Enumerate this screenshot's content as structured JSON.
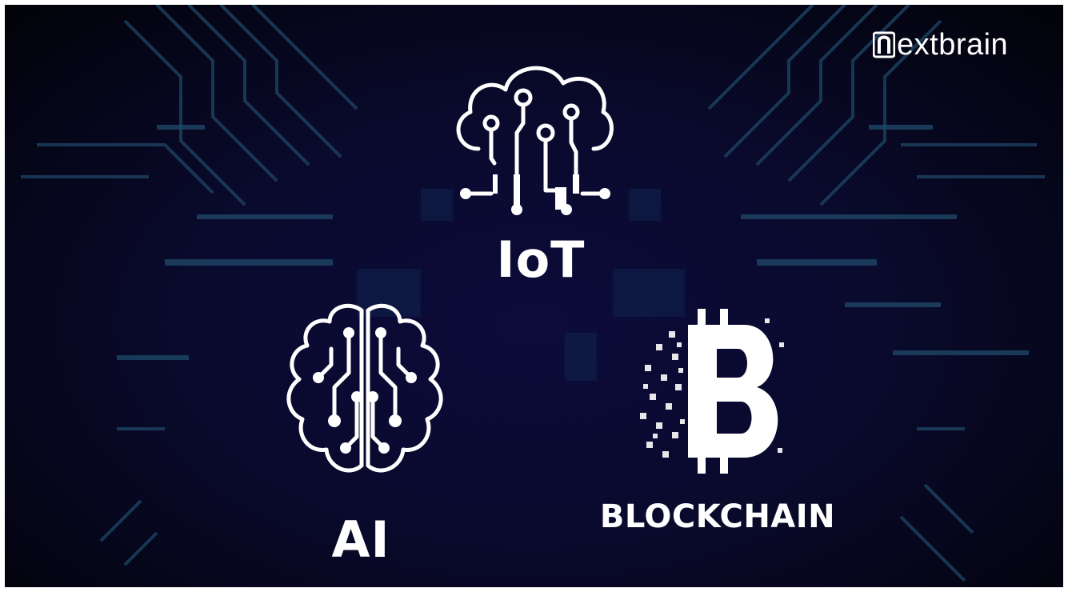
{
  "logo": {
    "text": "extbrain",
    "mark_icon": "n-box-icon"
  },
  "topics": {
    "iot": {
      "label": "IoT",
      "icon": "cloud-circuit-icon"
    },
    "ai": {
      "label": "AI",
      "icon": "brain-circuit-icon"
    },
    "blockchain": {
      "label": "BLOCKCHAIN",
      "icon": "pixel-bitcoin-icon"
    }
  },
  "colors": {
    "background": "#0a0a2e",
    "circuit": "#1e4a6e",
    "foreground": "#ffffff"
  }
}
